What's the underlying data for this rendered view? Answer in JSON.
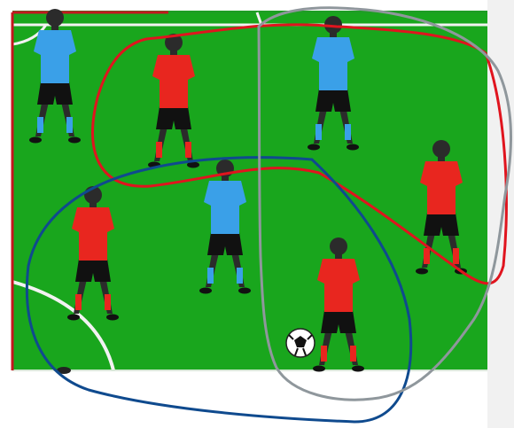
{
  "colors": {
    "pitch": "#19a61d",
    "pitch_line": "#f2f2f2",
    "side_strip": "#f1f1f1",
    "blue_team_shirt": "#3aa0e8",
    "red_team_shirt": "#e8261f",
    "shorts": "#111111",
    "skin": "#2b2b2b",
    "annotation_red": "#e0141e",
    "annotation_blue": "#0f4a8e",
    "annotation_gray": "#8f979c",
    "edge_line": "#c4171f"
  },
  "scene": {
    "pitch": "football-pitch",
    "ball": "soccer-ball-icon",
    "players": [
      {
        "team": "blue",
        "name": "blue-player-1"
      },
      {
        "team": "red",
        "name": "red-player-1"
      },
      {
        "team": "blue",
        "name": "blue-player-2"
      },
      {
        "team": "red",
        "name": "red-player-2"
      },
      {
        "team": "blue",
        "name": "blue-player-3"
      },
      {
        "team": "red",
        "name": "red-player-3"
      },
      {
        "team": "red",
        "name": "red-player-4"
      }
    ],
    "annotations": [
      "red-freehand-outline",
      "blue-freehand-outline",
      "gray-freehand-outline"
    ]
  }
}
